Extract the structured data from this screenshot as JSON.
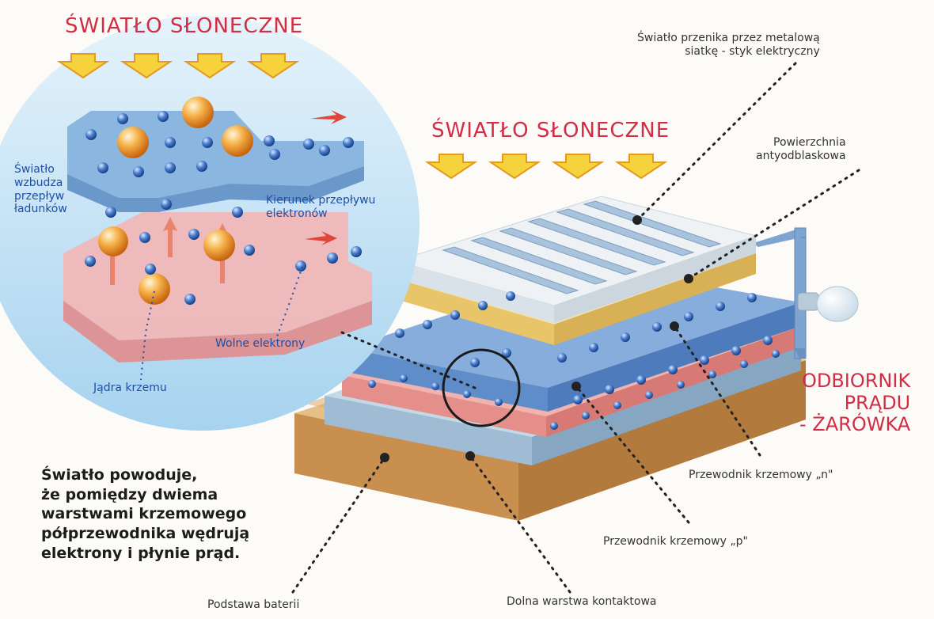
{
  "title_sunlight_left": "ŚWIATŁO SŁONECZNE",
  "title_sunlight_center": "ŚWIATŁO SŁONECZNE",
  "labels": {
    "metal_grid": [
      "Światło przenika przez metalową",
      "siatkę - styk elektryczny"
    ],
    "antireflective": [
      "Powierzchnia",
      "antyodblaskowa"
    ],
    "light_excites": [
      "Światło",
      "wzbudza",
      "przepływ",
      "ładunków"
    ],
    "electron_flow": [
      "Kierunek przepływu",
      "elektronów"
    ],
    "free_electrons": "Wolne elektrony",
    "silicon_nuclei": "Jądra krzemu",
    "load": [
      "ODBIORNIK",
      "PRĄDU",
      "- ŻARÓWKA"
    ],
    "n_type": "Przewodnik krzemowy „n\"",
    "p_type": "Przewodnik krzemowy „p\"",
    "base": "Podstawa baterii",
    "bottom_contact": "Dolna warstwa kontaktowa"
  },
  "caption": [
    "Światło powoduje,",
    "że pomiędzy dwiema",
    "warstwami krzemowego",
    "półprzewodnika wędrują",
    "elektrony i płynie prąd."
  ],
  "colors": {
    "headline_red": "#d22d45",
    "arrow_yellow": "#f6d23c",
    "arrow_outline": "#e39a22",
    "n_layer_blue": "#7ea7d8",
    "p_layer_pink": "#f0a4a4",
    "base_orange": "#d9a86c",
    "glass_top": "#eef2f4",
    "gold_layer": "#f3d98c",
    "circle_bg": "#cfe8f7",
    "electron_blue": "#2b5fae",
    "nucleus_orange": "#f09a2a"
  }
}
